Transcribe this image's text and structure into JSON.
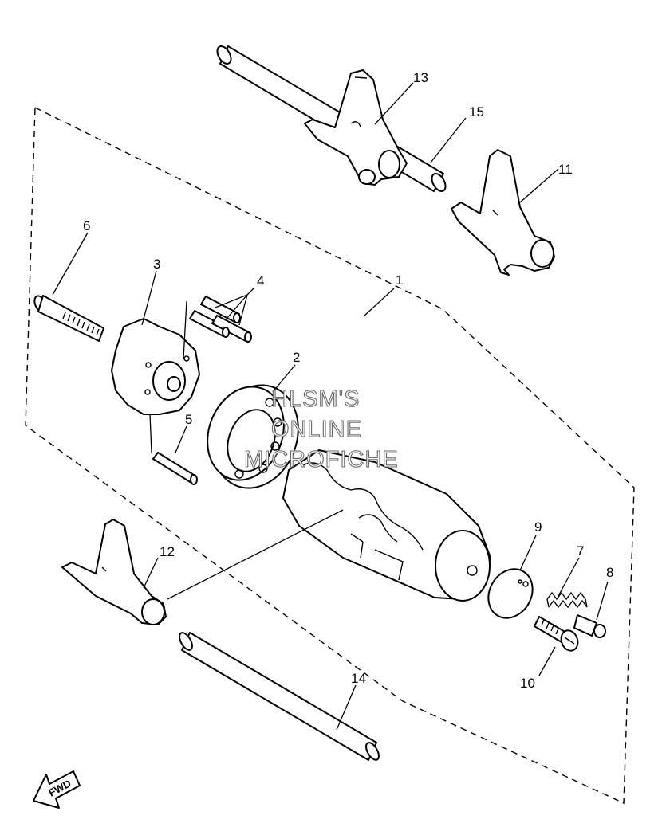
{
  "callouts": {
    "c1": "1",
    "c2": "2",
    "c3": "3",
    "c4": "4",
    "c5": "5",
    "c6": "6",
    "c7": "7",
    "c8": "8",
    "c9": "9",
    "c10": "10",
    "c11": "11",
    "c12": "12",
    "c13": "13",
    "c14": "14",
    "c15": "15"
  },
  "watermark": {
    "line1": "HLSM'S",
    "line2": "ONLINE",
    "line3": "MICROFICHE"
  },
  "direction_label": "FWD"
}
